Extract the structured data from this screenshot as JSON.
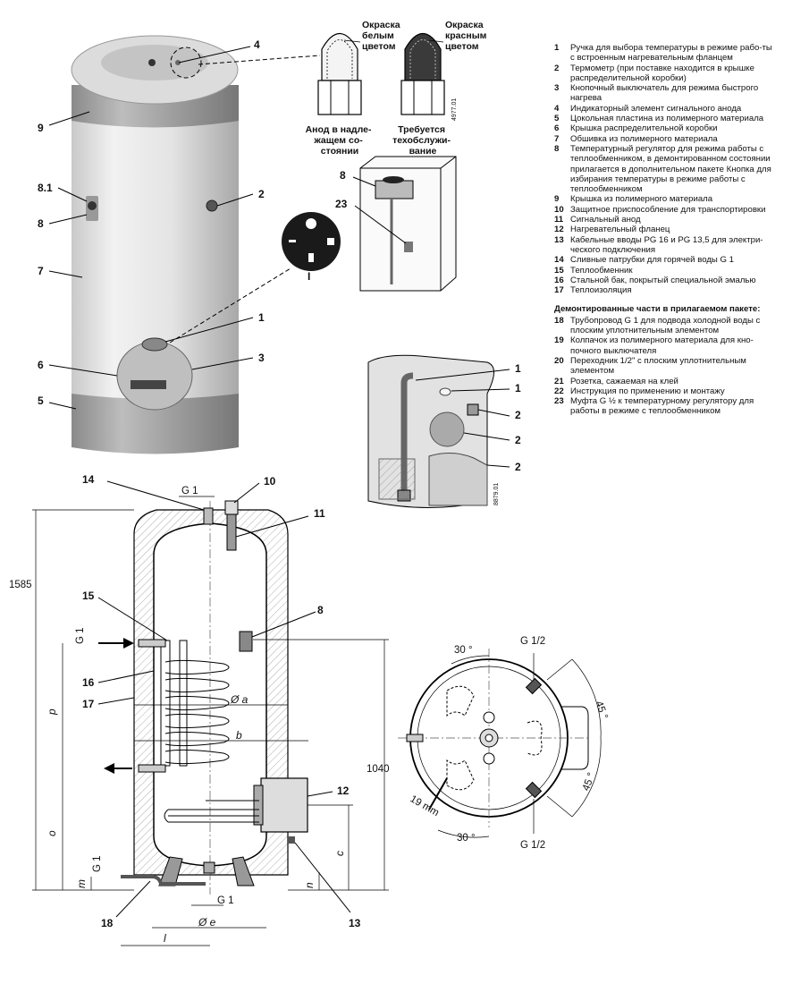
{
  "callouts_view": [
    "4",
    "9",
    "8.1",
    "8",
    "7",
    "2",
    "1",
    "3",
    "6",
    "5"
  ],
  "anode_white_label": [
    "Окраска",
    "белым",
    "цветом"
  ],
  "anode_red_label": [
    "Окраска",
    "красным",
    "цветом"
  ],
  "anode_ok_caption": [
    "Анод в надле-",
    "жащем со-",
    "стоянии"
  ],
  "anode_service_caption": [
    "Требуется",
    "техобслужи-",
    "вание"
  ],
  "code_anode": "4977.01",
  "knob_label": "I",
  "thermostat_callouts": [
    "8",
    "23"
  ],
  "drain_callouts": [
    "1",
    "1",
    "2",
    "2",
    "2"
  ],
  "code_drain": "8879.01",
  "section_callouts": [
    "14",
    "10",
    "11",
    "15",
    "8",
    "16",
    "17",
    "12",
    "18",
    "13"
  ],
  "section_dims": {
    "g1_top": "G 1",
    "h1585": "1585",
    "h1040": "1040",
    "g1_left": "G 1",
    "p": "p",
    "o": "o",
    "a": "Ø a",
    "b": "b",
    "c": "c",
    "g1_bottom_left": "G 1",
    "m": "m",
    "n": "n",
    "g1_bottom": "G 1",
    "e": "Ø e",
    "l": "l"
  },
  "plan_dims": {
    "deg30_top": "30 °",
    "g12_top": "G 1/2",
    "deg45_top": "45 °",
    "deg45_bottom": "45 °",
    "mm19": "19 mm",
    "deg30_bottom": "30 °",
    "g12_bottom": "G 1/2"
  },
  "legend": {
    "items": [
      {
        "n": "1",
        "t": "Ручка для выбора температуры в режиме рабо-ты с встроенным  нагревательным фланцем"
      },
      {
        "n": "2",
        "t": "Термометр (при поставке находится в крышке распределительной коробки)"
      },
      {
        "n": "3",
        "t": "Кнопочный выключатель для режима быстрого нагрева"
      },
      {
        "n": "4",
        "t": "Индикаторный элемент сигнального анода"
      },
      {
        "n": "5",
        "t": "Цокольная пластина из полимерного материала"
      },
      {
        "n": "6",
        "t": "Крышка распределительной коробки"
      },
      {
        "n": "7",
        "t": "Обшивка из полимерного материала"
      },
      {
        "n": "8",
        "t": "Температурный регулятор для режима работы с теплообменником, в демонтированном состоянии прилагается в дополнительном пакете Кнопка для избирания температуры в режиме работы с теплообменником"
      },
      {
        "n": "9",
        "t": "Крышка из полимерного материала"
      },
      {
        "n": "10",
        "t": "Защитное приспособление для транспортировки"
      },
      {
        "n": "11",
        "t": "Сигнальный анод"
      },
      {
        "n": "12",
        "t": "Нагревательный фланец"
      },
      {
        "n": "13",
        "t": "Кабельные вводы PG 16 и PG 13,5 для электри-ческого подключения"
      },
      {
        "n": "14",
        "t": "Сливные патрубки для горячей воды G 1"
      },
      {
        "n": "15",
        "t": "Теплообменник"
      },
      {
        "n": "16",
        "t": "Стальной бак, покрытый специальной эмалью"
      },
      {
        "n": "17",
        "t": "Теплоизоляция"
      }
    ],
    "dismantled_heading": "Демонтированные части в прилагаемом пакете:",
    "dismantled": [
      {
        "n": "18",
        "t": "Трубопровод G 1 для подвода холодной воды с плоским уплотнительным элементом"
      },
      {
        "n": "19",
        "t": "Колпачок из полимерного материала для кно-почного выключателя"
      },
      {
        "n": "20",
        "t": "Переходник 1/2\" с плоским уплотнительным элементом"
      },
      {
        "n": "21",
        "t": "Розетка, сажаемая на клей"
      },
      {
        "n": "22",
        "t": "Инструкция по применению и монтажу"
      },
      {
        "n": "23",
        "t": "Муфта G  ½  к температурному регулятору для работы в режиме с теплообменником"
      }
    ]
  }
}
